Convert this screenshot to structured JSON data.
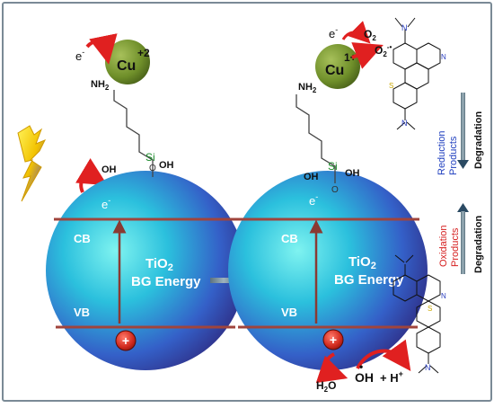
{
  "left": {
    "cb": "CB",
    "vb": "VB",
    "material": "TiO",
    "material_sub": "2",
    "bg_energy": "BG Energy",
    "electron": "e",
    "electron_sup": "-",
    "hole": "+",
    "cu_label": "Cu",
    "cu_charge": "+2",
    "cu_electron": "e",
    "cu_electron_sup": "-",
    "amine": "NH",
    "amine_sub": "2",
    "si": "Si",
    "oh_left": "OH",
    "oh_right": "OH",
    "o": "O"
  },
  "right": {
    "cb": "CB",
    "vb": "VB",
    "material": "TiO",
    "material_sub": "2",
    "bg_energy": "BG Energy",
    "electron": "e",
    "electron_sup": "-",
    "hole": "+",
    "cu_label": "Cu",
    "cu_charge": "1+",
    "cu_electron": "e",
    "cu_electron_sup": "-",
    "o2": "O",
    "o2_sub": "2",
    "superoxide": "O",
    "superoxide_sub": "2",
    "superoxide_sup": "-•",
    "amine": "NH",
    "amine_sub": "2",
    "si": "Si",
    "oh_left": "OH",
    "oh_right": "OH",
    "o": "O",
    "water": "H",
    "water_sub": "2",
    "water_o": "O",
    "hydroxyl_dot": "•",
    "hydroxyl": "OH",
    "proton": "+ H",
    "proton_sup": "+"
  },
  "labels": {
    "reduction_line1": "Reduction",
    "reduction_line2": "Products",
    "oxidation_line1": "Oxidation",
    "oxidation_line2": "Products",
    "degradation_top": "Degradation",
    "degradation_bottom": "Degradation",
    "atom_s": "S",
    "atom_n": "N"
  },
  "colors": {
    "sphere_light": "#40e0e8",
    "sphere_mid": "#2aa6d6",
    "sphere_dark": "#3a2c8a",
    "copper": "#6f8f2a",
    "band_line": "#a0443c",
    "arrow_red": "#e02020",
    "reduction_blue": "#1f3fbf",
    "oxidation_red": "#d62020",
    "process_arrow": "#2b4a63"
  }
}
